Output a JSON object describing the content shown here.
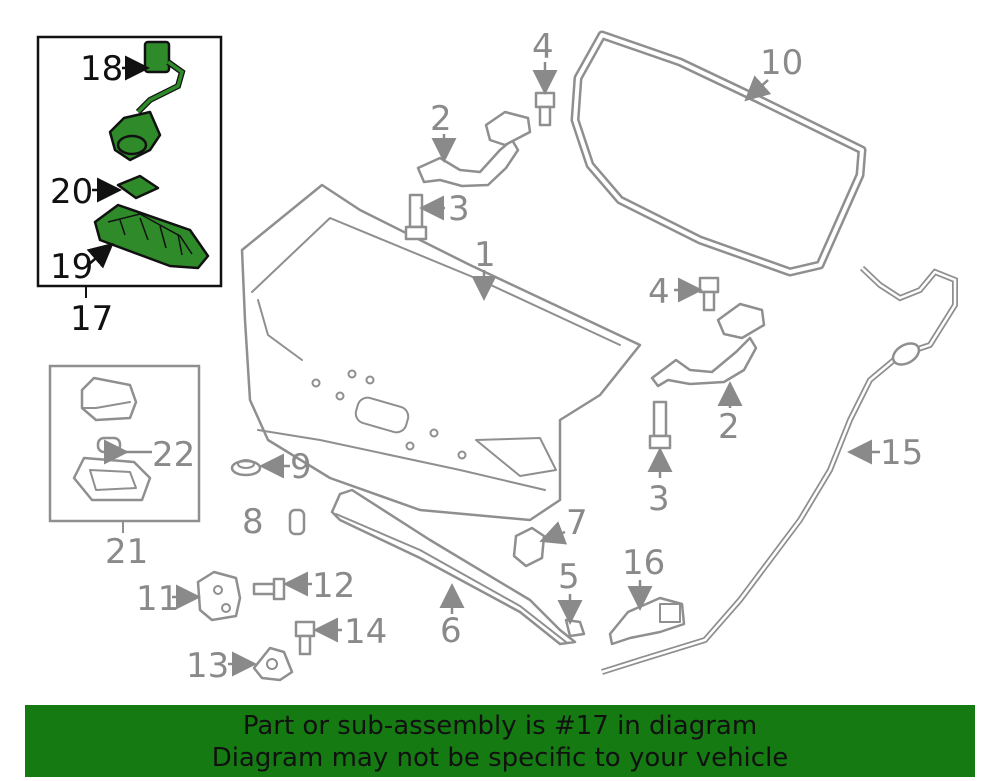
{
  "callouts": {
    "c1": "1",
    "c2a": "2",
    "c2b": "2",
    "c3a": "3",
    "c3b": "3",
    "c4a": "4",
    "c4b": "4",
    "c5": "5",
    "c6": "6",
    "c7": "7",
    "c8": "8",
    "c9": "9",
    "c10": "10",
    "c11": "11",
    "c12": "12",
    "c13": "13",
    "c14": "14",
    "c15": "15",
    "c16": "16",
    "c17": "17",
    "c18": "18",
    "c19": "19",
    "c20": "20",
    "c21": "21",
    "c22": "22"
  },
  "colors": {
    "highlight": "#2f8a2a",
    "banner": "#157a12",
    "parts": "#8f8f8f"
  },
  "banner": {
    "line1": "Part or sub-assembly is #17 in diagram",
    "line2": "Diagram may not be specific to your vehicle"
  }
}
